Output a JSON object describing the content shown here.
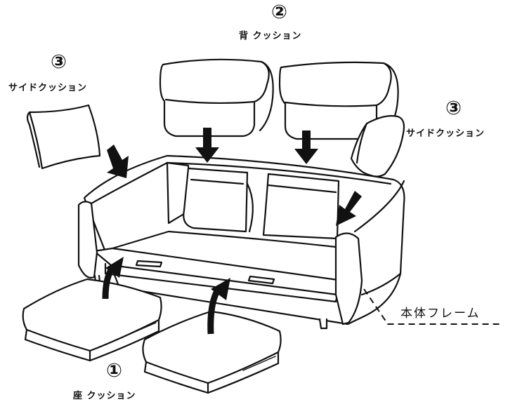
{
  "labels": {
    "back_cushion": {
      "number": "②",
      "text": "背 クッション"
    },
    "side_cushion_left": {
      "number": "③",
      "text": "サイドクッション"
    },
    "side_cushion_right": {
      "number": "③",
      "text": "サイドクッション"
    },
    "seat_cushion": {
      "number": "①",
      "text": "座 クッション"
    },
    "frame": {
      "text": "本体フレーム"
    }
  },
  "colors": {
    "line": "#111111",
    "fill": "#ffffff",
    "shade": "#ededed"
  }
}
